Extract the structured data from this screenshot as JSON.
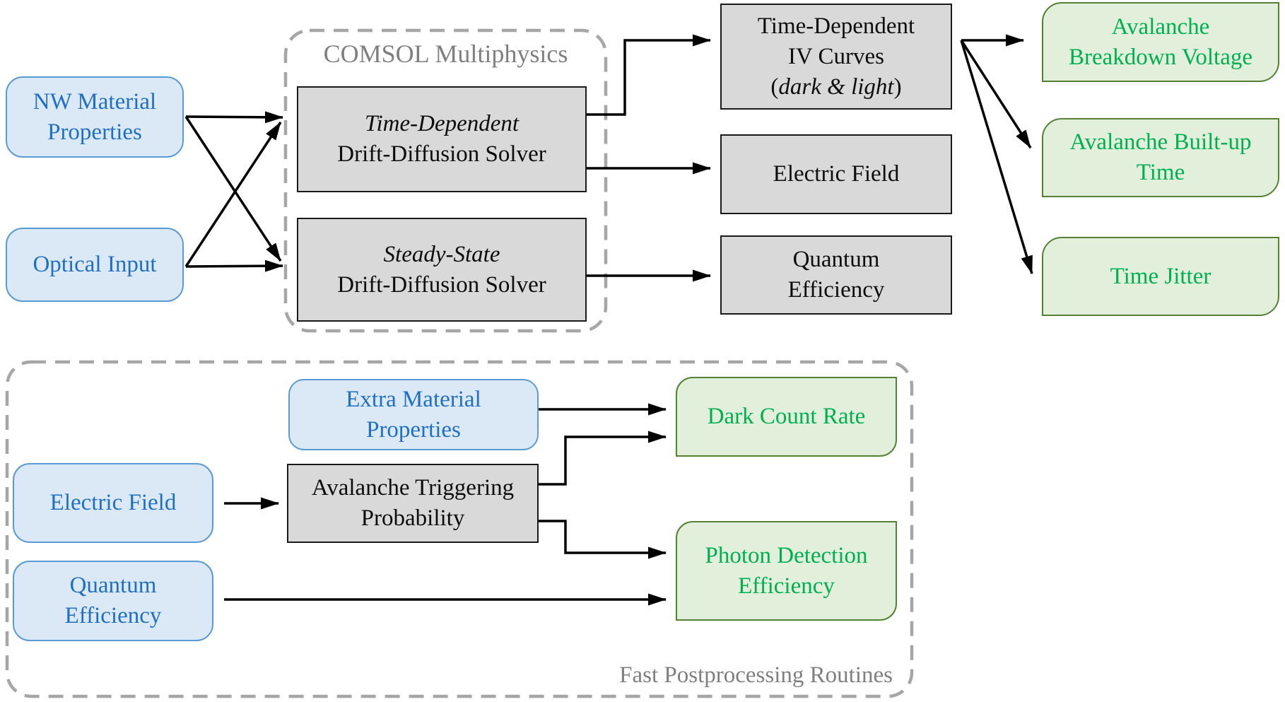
{
  "colors": {
    "background": "#ffffff",
    "blue_fill": "#dbe9f6",
    "blue_border": "#5b9bd5",
    "blue_text": "#1f6fc4",
    "gray_fill": "#d9d9d9",
    "gray_border": "#1a1a1a",
    "gray_text": "#0d0d0d",
    "green_fill": "#e2efda",
    "green_border": "#548235",
    "green_text": "#00b050",
    "dashed_border": "#a6a6a6",
    "container_label": "#7f7f7f",
    "arrow": "#000000"
  },
  "containers": {
    "comsol": {
      "label": "COMSOL Multiphysics"
    },
    "postprocessing": {
      "label": "Fast Postprocessing Routines"
    }
  },
  "nodes": {
    "nw_material": {
      "line1": "NW Material",
      "line2": "Properties"
    },
    "optical_input": {
      "line1": "Optical Input"
    },
    "td_solver": {
      "line1": "Time-Dependent",
      "line2": "Drift-Diffusion Solver"
    },
    "ss_solver": {
      "line1": "Steady-State",
      "line2": "Drift-Diffusion Solver"
    },
    "iv_curves": {
      "line1": "Time-Dependent",
      "line2": "IV Curves",
      "line3_open": "(",
      "line3_italic": "dark & light",
      "line3_close": ")"
    },
    "electric_field_out": {
      "line1": "Electric Field"
    },
    "quantum_efficiency_out": {
      "line1": "Quantum",
      "line2": "Efficiency"
    },
    "avalanche_breakdown_voltage": {
      "line1": "Avalanche",
      "line2": "Breakdown Voltage"
    },
    "avalanche_builtup_time": {
      "line1": "Avalanche Built-up",
      "line2": "Time"
    },
    "time_jitter": {
      "line1": "Time Jitter"
    },
    "extra_material_properties": {
      "line1": "Extra Material",
      "line2": "Properties"
    },
    "electric_field_in": {
      "line1": "Electric Field"
    },
    "quantum_efficiency_in": {
      "line1": "Quantum",
      "line2": "Efficiency"
    },
    "avalanche_triggering_probability": {
      "line1": "Avalanche Triggering",
      "line2": "Probability"
    },
    "dark_count_rate": {
      "line1": "Dark Count Rate"
    },
    "photon_detection_efficiency": {
      "line1": "Photon Detection",
      "line2": "Efficiency"
    }
  }
}
